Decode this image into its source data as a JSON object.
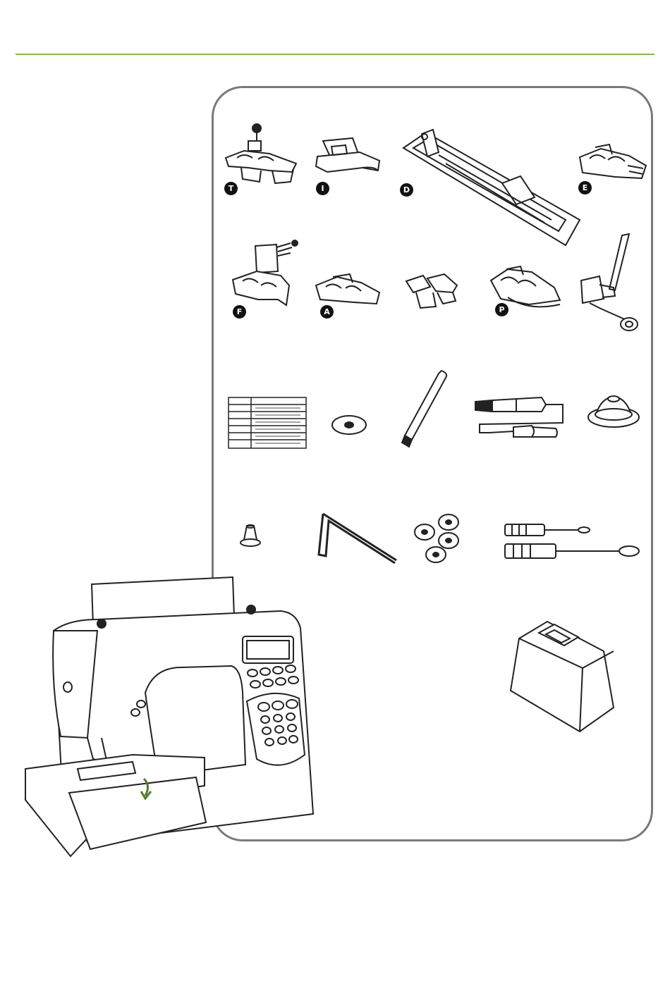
{
  "colors": {
    "accent": "#8dbb3c",
    "panel_border": "#7a7a7a",
    "line": "#222222",
    "badge": "#111111"
  },
  "feet": [
    {
      "name": "zigzag-foot",
      "badge": "T"
    },
    {
      "name": "satin-foot",
      "badge": "I"
    },
    {
      "name": "buttonhole-foot",
      "badge": "D"
    },
    {
      "name": "overcast-foot",
      "badge": "E"
    },
    {
      "name": "blind-hem-foot",
      "badge": "F"
    },
    {
      "name": "straight-stitch-foot",
      "badge": "A"
    },
    {
      "name": "zipper-foot",
      "badge": ""
    },
    {
      "name": "rolled-hem-foot",
      "badge": "P"
    },
    {
      "name": "darning-foot",
      "badge": ""
    }
  ],
  "accessories": [
    "needle-pack",
    "felt-washer",
    "spool-pin",
    "seam-ripper-brush",
    "spool-cap",
    "small-spool-cap",
    "edge-guide",
    "bobbins",
    "screwdrivers",
    "soft-cover"
  ]
}
